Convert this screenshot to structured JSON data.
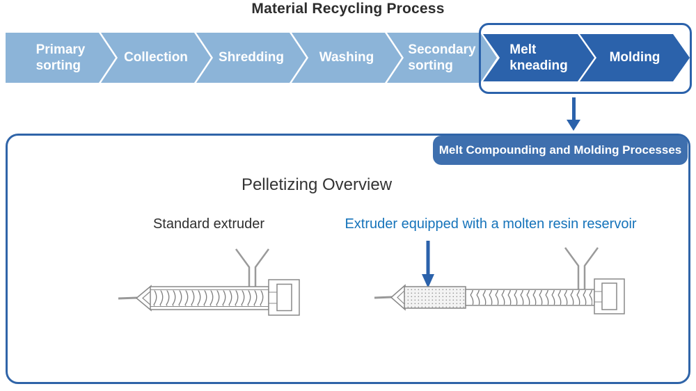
{
  "title": "Material Recycling Process",
  "flow": {
    "steps": [
      {
        "label": "Primary\nsorting"
      },
      {
        "label": "Collection"
      },
      {
        "label": "Shredding"
      },
      {
        "label": "Washing"
      },
      {
        "label": "Secondary\nsorting"
      },
      {
        "label": "Melt\nkneading"
      },
      {
        "label": "Molding"
      }
    ]
  },
  "panel": {
    "tab_label": "Melt Compounding and Molding Processes",
    "title": "Pelletizing Overview",
    "left_diagram_label": "Standard extruder",
    "right_diagram_label": "Extruder equipped with a molten resin reservoir"
  },
  "colors": {
    "light_step": "#8cb4d8",
    "dark_step": "#2b62ab",
    "highlight_border": "#2b62ab",
    "tab_background": "#3e6fae",
    "panel_border": "#2f64a8",
    "accent_label_text": "#1573ba",
    "arrow": "#2b62ab",
    "diagram_stroke": "#8a8a8a",
    "title_text": "#2d2d2d"
  }
}
